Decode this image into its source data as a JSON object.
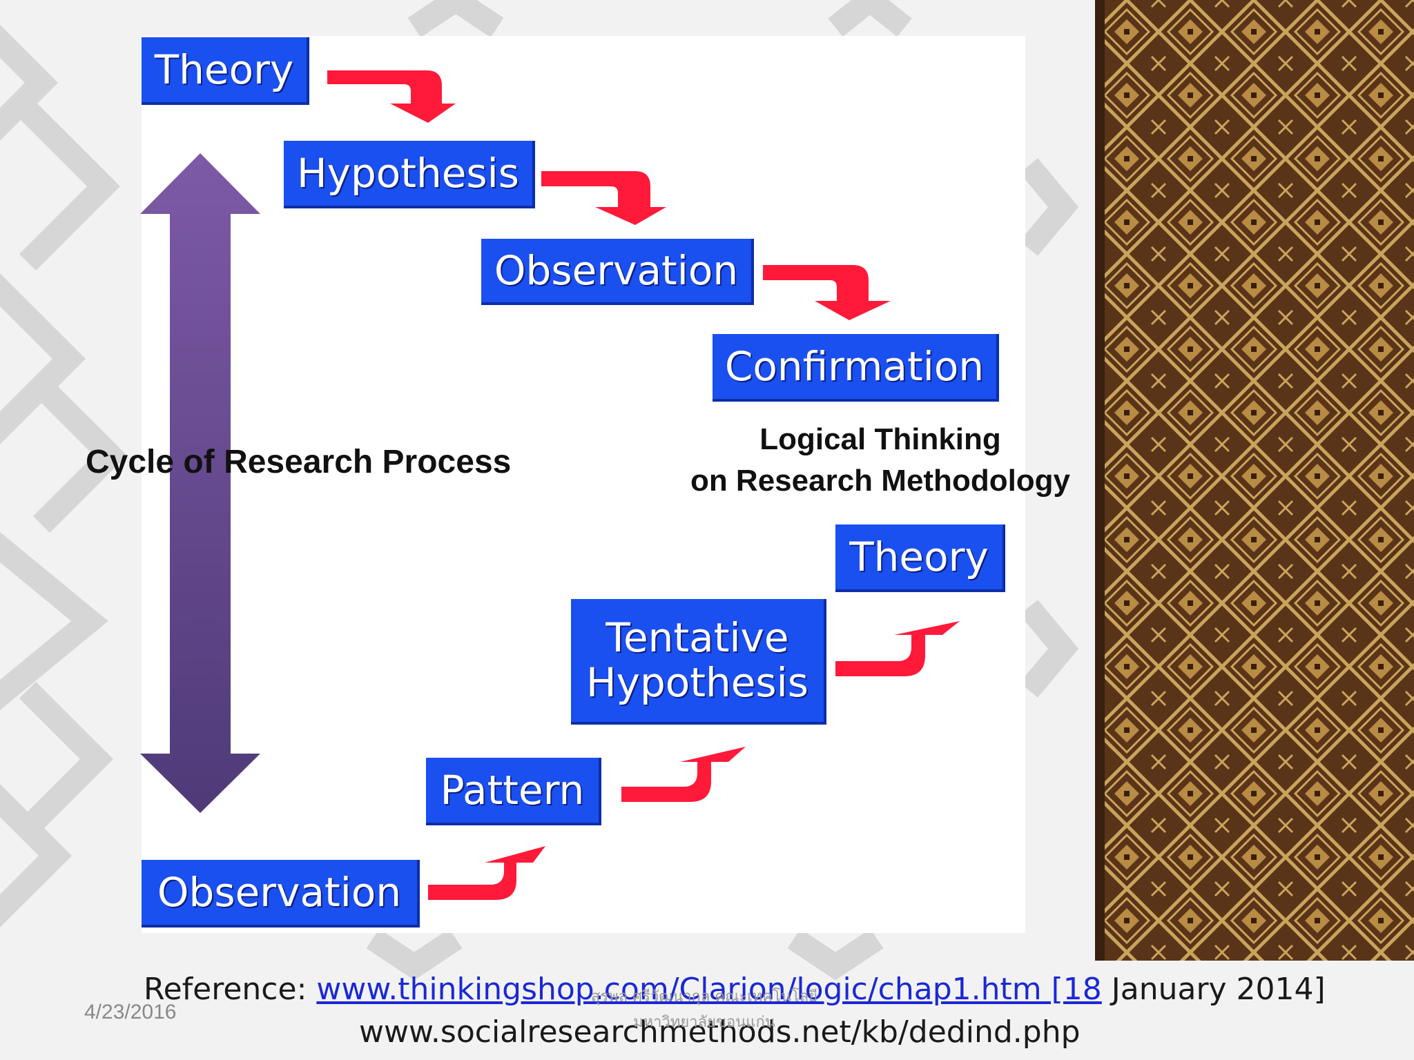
{
  "top_sequence": [
    {
      "label": "Theory"
    },
    {
      "label": "Hypothesis"
    },
    {
      "label": "Observation"
    },
    {
      "label": "Confirmation"
    }
  ],
  "bottom_sequence": [
    {
      "label": "Observation"
    },
    {
      "label": "Pattern"
    },
    {
      "label": "Tentative Hypothesis"
    },
    {
      "label": "Theory"
    }
  ],
  "captions": {
    "cycle": "Cycle of Research Process",
    "logical_line1": "Logical Thinking",
    "logical_line2": "on Research Methodology"
  },
  "reference": {
    "prefix": "Reference: ",
    "link_text": "www.thinkingshop.com/Clarion/logic/chap1.htm [18",
    "suffix": " January 2014]",
    "second_url": "www.socialresearchmethods.net/kb/dedind.php"
  },
  "footer": {
    "date": "4/23/2016",
    "faint_line1": "สุรพล ศรีวัฒนากุล คณะเทคโนโลยี",
    "faint_line2": "มหาวิทยาลัยขอนแก่น"
  },
  "colors": {
    "box_blue": "#1a4ff0",
    "arrow_red": "#ff1a3a",
    "cycle_arrow_purple": "#6a4a9e"
  }
}
